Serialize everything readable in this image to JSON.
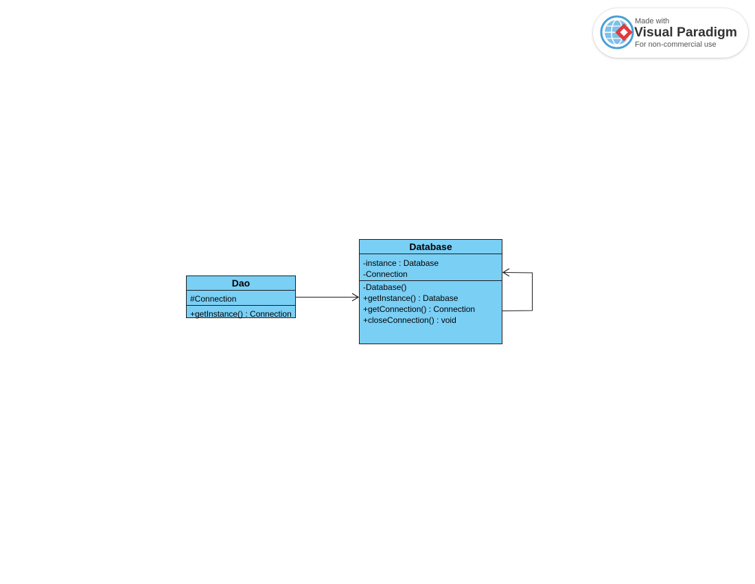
{
  "diagram": {
    "classes": [
      {
        "id": "dao",
        "name": "Dao",
        "attributes": [
          "#Connection"
        ],
        "operations": [
          "+getInstance() : Connection"
        ]
      },
      {
        "id": "database",
        "name": "Database",
        "attributes": [
          "-instance : Database",
          "-Connection"
        ],
        "operations": [
          "-Database()",
          "+getInstance() : Database",
          "+getConnection() : Connection",
          "+closeConnection() : void"
        ]
      }
    ],
    "associations": [
      {
        "from": "Dao",
        "to": "Database",
        "kind": "directed-association"
      },
      {
        "from": "Database",
        "to": "Database",
        "kind": "self-association"
      }
    ]
  },
  "watermark": {
    "line1": "Made with",
    "line2_brand": "Visual Paradigm",
    "line3": "For non-commercial use",
    "colors": {
      "globe": "#4a9fd6",
      "diamond": "#e03a3e",
      "text": "#333333"
    }
  },
  "colors": {
    "class_fill": "#7acff5",
    "line": "#1a1a1a"
  }
}
